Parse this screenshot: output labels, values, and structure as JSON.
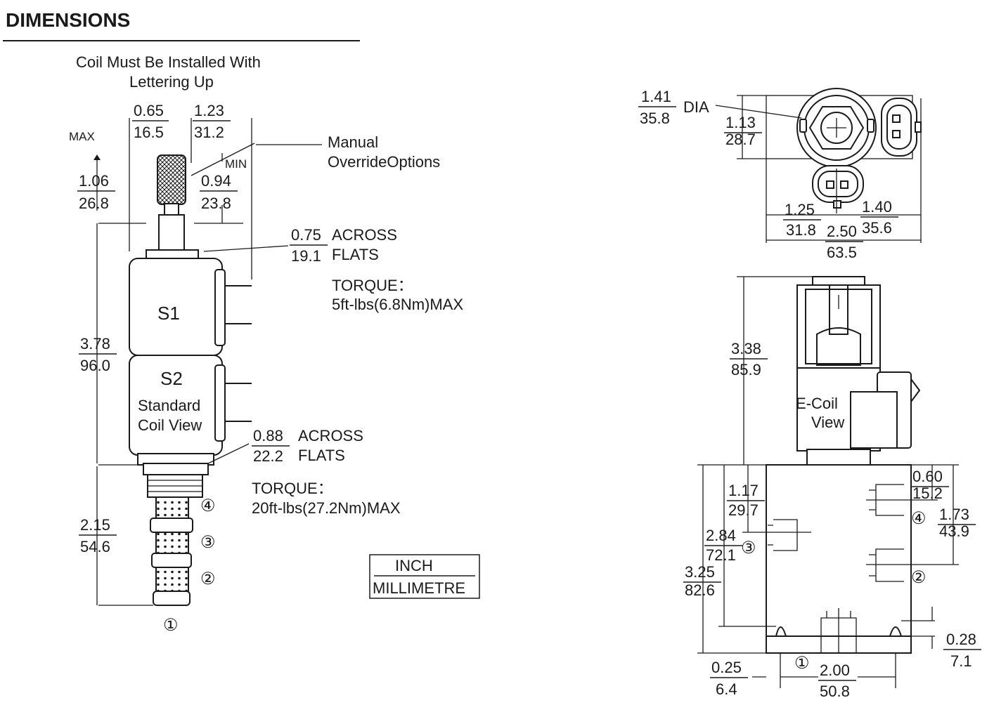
{
  "header": {
    "title": "DIMENSIONS"
  },
  "notes": {
    "coil_note_1": "Coil Must Be Installed With",
    "coil_note_2": "Lettering  Up",
    "manual_override_1": "Manual",
    "manual_override_2": "OverrideOptions",
    "max": "MAX",
    "min": "MIN",
    "flats_075_word1": "ACROSS",
    "flats_075_word2": "FLATS",
    "torque_1_label": "TORQUE：",
    "torque_1_value": "5ft-lbs(6.8Nm)MAX",
    "flats_088_word1": "ACROSS",
    "flats_088_word2": "FLATS",
    "torque_2_label": "TORQUE：",
    "torque_2_value": "20ft-lbs(27.2Nm)MAX",
    "dia": "DIA",
    "coil_s1": "S1",
    "coil_s2": "S2",
    "standard_view_1": "Standard",
    "standard_view_2": "Coil View",
    "ecoil_1": "E-Coil",
    "ecoil_2": "View"
  },
  "ports": {
    "p1": "①",
    "p2": "②",
    "p3": "③",
    "p4": "④"
  },
  "legend": {
    "inch": "INCH",
    "millimetre": "MILLIMETRE"
  },
  "dims": {
    "d065": {
      "in": "0.65",
      "mm": "16.5"
    },
    "d123": {
      "in": "1.23",
      "mm": "31.2"
    },
    "d106": {
      "in": "1.06",
      "mm": "26.8"
    },
    "d094": {
      "in": "0.94",
      "mm": "23.8"
    },
    "d075": {
      "in": "0.75",
      "mm": "19.1"
    },
    "d378": {
      "in": "3.78",
      "mm": "96.0"
    },
    "d088": {
      "in": "0.88",
      "mm": "22.2"
    },
    "d215": {
      "in": "2.15",
      "mm": "54.6"
    },
    "d141": {
      "in": "1.41",
      "mm": "35.8"
    },
    "d113": {
      "in": "1.13",
      "mm": "28.7"
    },
    "d125": {
      "in": "1.25",
      "mm": "31.8"
    },
    "d140": {
      "in": "1.40",
      "mm": "35.6"
    },
    "d250": {
      "in": "2.50",
      "mm": "63.5"
    },
    "d338": {
      "in": "3.38",
      "mm": "85.9"
    },
    "d117": {
      "in": "1.17",
      "mm": "29.7"
    },
    "d284": {
      "in": "2.84",
      "mm": "72.1"
    },
    "d325": {
      "in": "3.25",
      "mm": "82.6"
    },
    "d060": {
      "in": "0.60",
      "mm": "15.2"
    },
    "d173": {
      "in": "1.73",
      "mm": "43.9"
    },
    "d028": {
      "in": "0.28",
      "mm": "7.1"
    },
    "d025": {
      "in": "0.25",
      "mm": "6.4"
    },
    "d200": {
      "in": "2.00",
      "mm": "50.8"
    }
  }
}
